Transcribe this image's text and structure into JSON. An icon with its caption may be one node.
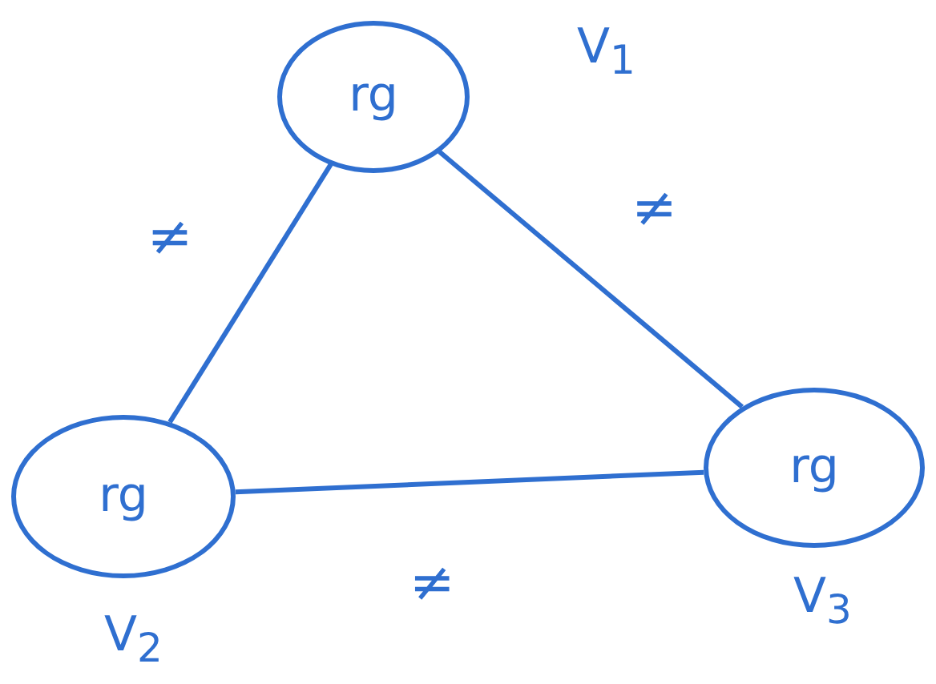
{
  "diagram": {
    "nodes": [
      {
        "text": [
          "rg"
        ],
        "beside": [
          "V$_{1}$"
        ]
      },
      {
        "text": [
          "rg"
        ],
        "beside": [
          "V$_{2}$"
        ]
      },
      {
        "text": [
          "rg"
        ],
        "beside": [
          "V$_{3}$"
        ]
      }
    ],
    "edges": [
      {
        "from": 0,
        "to": 1,
        "arrow": "none",
        "label": "≠"
      },
      {
        "from": 0,
        "to": 2,
        "arrow": "none",
        "label": "≠"
      },
      {
        "from": 1,
        "to": 2,
        "arrow": "none",
        "label": "≠"
      }
    ]
  }
}
